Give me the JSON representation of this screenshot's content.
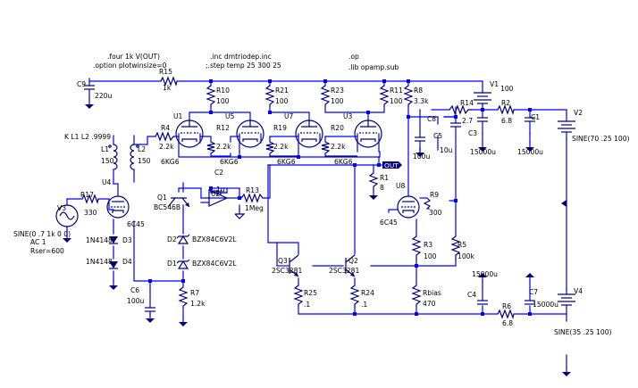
{
  "directives": {
    "four": ".four 1k V(OUT)",
    "option": ".option plotwinsize=0",
    "inc": ".inc dmtriodep.inc",
    "step": ";.step temp 25 300 25",
    "op": ".op",
    "lib": ".lib opamp.sub",
    "coupling": "K L1 L2 .9999",
    "v3_sine": "SINE(0 .7 1k 0 0)",
    "v3_ac": "AC 1",
    "v3_rser": "Rser=600",
    "v2_sine": "SINE(70 .25 100)",
    "v4_sine": "SINE(35 .25 100)"
  },
  "components": {
    "R15": {
      "name": "R15",
      "value": "1k"
    },
    "R10": {
      "name": "R10",
      "value": "100"
    },
    "R21": {
      "name": "R21",
      "value": "100"
    },
    "R23": {
      "name": "R23",
      "value": "100"
    },
    "R11": {
      "name": "R11",
      "value": "100"
    },
    "R8": {
      "name": "R8",
      "value": "3.3k"
    },
    "R4": {
      "name": "R4",
      "value": "2.2k"
    },
    "R12": {
      "name": "R12",
      "value": "2.2k"
    },
    "R19": {
      "name": "R19",
      "value": "2.2k"
    },
    "R20": {
      "name": "R20",
      "value": "2.2k"
    },
    "R14": {
      "name": "R14",
      "value": "2.7"
    },
    "R2": {
      "name": "R2",
      "value": "6.8"
    },
    "R17": {
      "name": "R17",
      "value": "330"
    },
    "R13": {
      "name": "R13",
      "value": "1Meg"
    },
    "R1": {
      "name": "R1",
      "value": "8"
    },
    "R9": {
      "name": "R9",
      "value": "300"
    },
    "R3": {
      "name": "R3",
      "value": "100"
    },
    "R5": {
      "name": "R5",
      "value": "100k"
    },
    "R7": {
      "name": "R7",
      "value": "1.2k"
    },
    "R25": {
      "name": "R25",
      "value": ".1"
    },
    "R24": {
      "name": "R24",
      "value": ".1"
    },
    "Rbias": {
      "name": "Rbias",
      "value": "470"
    },
    "R6": {
      "name": "R6",
      "value": "6.8"
    },
    "C9": {
      "name": "C9",
      "value": "220u"
    },
    "C8": {
      "name": "C8",
      "value": "100u"
    },
    "C5": {
      "name": "C5",
      "value": "10u"
    },
    "C3": {
      "name": "C3",
      "value": "15000u"
    },
    "C1": {
      "name": "C1",
      "value": "15000u"
    },
    "C2": {
      "name": "C2",
      "value": "1u"
    },
    "C6": {
      "name": "C6",
      "value": "100u"
    },
    "C4": {
      "name": "C4",
      "value": "15000u"
    },
    "C7": {
      "name": "C7",
      "value": "15000u"
    },
    "L1": {
      "name": "L1",
      "value": "150"
    },
    "L2": {
      "name": "L2",
      "value": "150"
    },
    "V1": {
      "name": "V1",
      "value": "100"
    },
    "V2": {
      "name": "V2"
    },
    "V3": {
      "name": "V3"
    },
    "V4": {
      "name": "V4"
    },
    "U1": {
      "name": "U1",
      "model": "6KG6"
    },
    "U5": {
      "name": "U5",
      "model": "6KG6"
    },
    "U7": {
      "name": "U7",
      "model": "6KG6"
    },
    "U3": {
      "name": "U3",
      "model": "6KG6"
    },
    "U4": {
      "name": "U4",
      "model": "6C45"
    },
    "U8": {
      "name": "U8",
      "model": "6C45"
    },
    "U2": {
      "name": "U2"
    },
    "Q1": {
      "name": "Q1",
      "model": "BC546B"
    },
    "Q2": {
      "name": "Q2",
      "model": "2SC3281"
    },
    "Q3": {
      "name": "Q3",
      "model": "2SC3281"
    },
    "D1": {
      "name": "D1",
      "model": "BZX84C6V2L"
    },
    "D2": {
      "name": "D2",
      "model": "BZX84C6V2L"
    },
    "D3": {
      "name": "D3",
      "model": "1N4148"
    },
    "D4": {
      "name": "D4",
      "model": "1N4148"
    }
  },
  "nets": {
    "out": "OUT"
  },
  "colors": {
    "wire": "#0000ff",
    "component": "#000080",
    "text": "#000000"
  }
}
